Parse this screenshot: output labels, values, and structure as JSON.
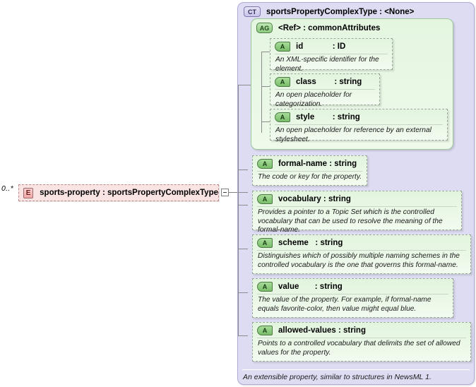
{
  "diagram": {
    "cardinality": "0..*",
    "element": {
      "badge": "E",
      "label": "sports-property : sportsPropertyComplexType"
    },
    "complex_type": {
      "badge": "CT",
      "title": "sportsPropertyComplexType : <None>",
      "footer_note": "An extensible property, similar to structures in NewsML 1."
    },
    "attribute_group": {
      "badge": "AG",
      "title": "<Ref>      : commonAttributes",
      "attributes": [
        {
          "badge": "A",
          "name": "id             : ID",
          "description": "An XML-specific identifier for the element."
        },
        {
          "badge": "A",
          "name": "class        : string",
          "description": "An open placeholder for categorization."
        },
        {
          "badge": "A",
          "name": "style        : string",
          "description": "An open placeholder for reference by an external stylesheet."
        }
      ]
    },
    "attributes": [
      {
        "badge": "A",
        "name": "formal-name : string",
        "description": "The code or key for the property."
      },
      {
        "badge": "A",
        "name": "vocabulary : string",
        "description": "Provides a pointer to a Topic Set which is the controlled vocabulary that can be used to resolve the meaning of the formal-name."
      },
      {
        "badge": "A",
        "name": "scheme   : string",
        "description": "Distinguishes which of possibly multiple naming schemes in the controlled vocabulary is the one that governs this formal-name."
      },
      {
        "badge": "A",
        "name": "value       : string",
        "description": "The value of the property. For example, if formal-name equals favorite-color, then value might equal blue."
      },
      {
        "badge": "A",
        "name": "allowed-values : string",
        "description": "Points to a controlled vocabulary that delimits the set of allowed values for the property."
      }
    ]
  },
  "colors": {
    "element_fill": "#fae3e3",
    "complextype_fill": "#dedcf2",
    "group_fill": "#e4f5e0",
    "attribute_fill": "#e2f4de",
    "connector": "#8c8c8c"
  }
}
